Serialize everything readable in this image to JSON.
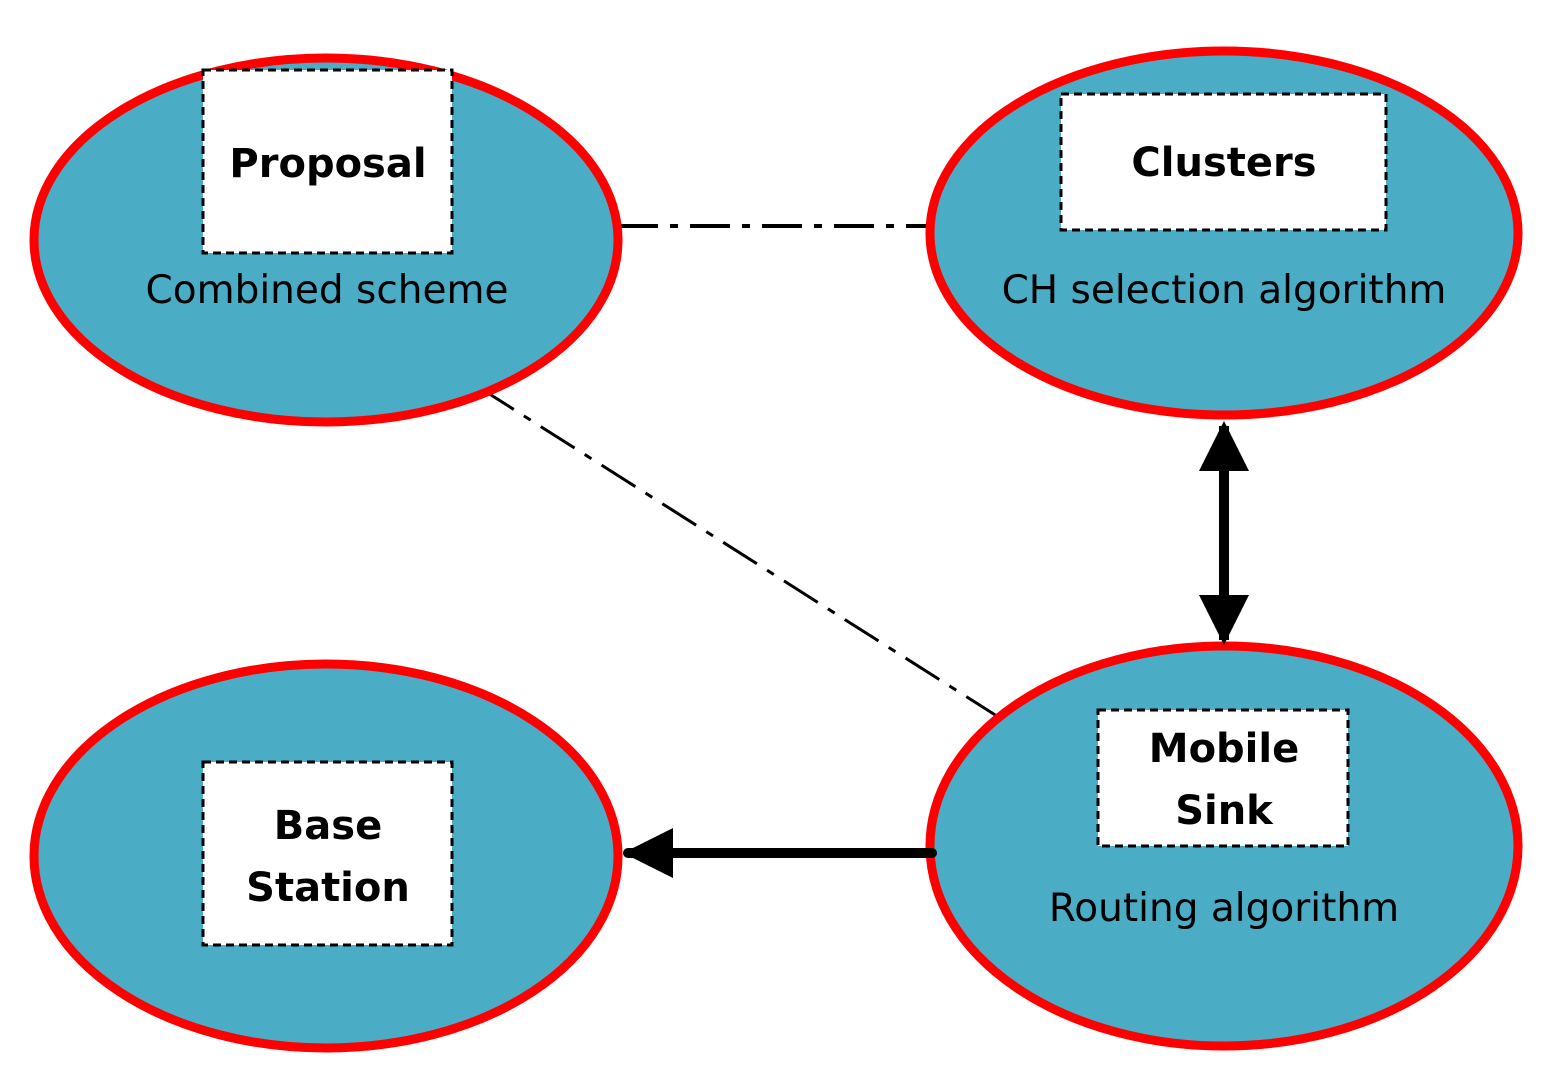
{
  "colors": {
    "node_fill": "#4BACC6",
    "node_border": "#FF0000",
    "box_fill": "#FFFFFF",
    "line": "#000000"
  },
  "nodes": {
    "proposal": {
      "title": "Proposal",
      "subtitle": "Combined scheme"
    },
    "clusters": {
      "title": "Clusters",
      "subtitle": "CH selection algorithm"
    },
    "mobile_sink": {
      "title_line1": "Mobile",
      "title_line2": "Sink",
      "subtitle": "Routing algorithm"
    },
    "base_station": {
      "title_line1": "Base",
      "title_line2": "Station"
    }
  },
  "edges": [
    {
      "from": "Proposal",
      "to": "Clusters",
      "style": "dash-dot"
    },
    {
      "from": "Proposal",
      "to": "Mobile Sink",
      "style": "dash-dot"
    },
    {
      "from": "Clusters",
      "to": "Mobile Sink",
      "style": "solid",
      "arrow": "both"
    },
    {
      "from": "Mobile Sink",
      "to": "Base Station",
      "style": "solid",
      "arrow": "end"
    }
  ]
}
